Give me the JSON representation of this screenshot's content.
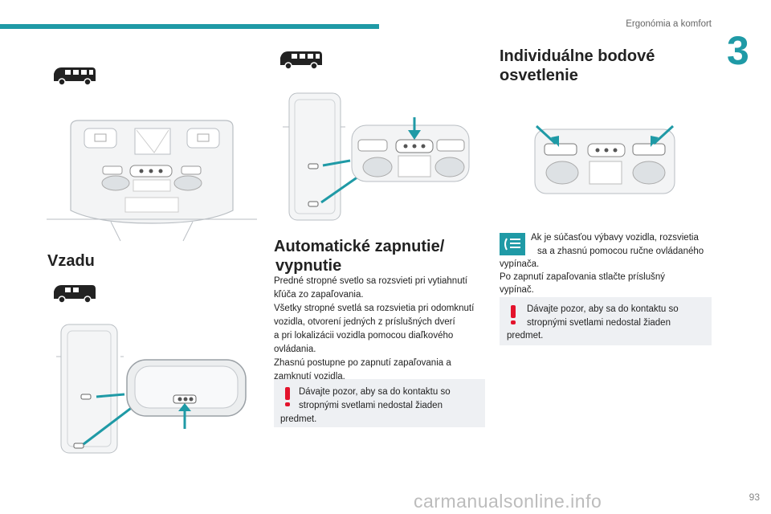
{
  "header": {
    "section_title": "Ergonómia a komfort",
    "chapter_number": "3"
  },
  "left": {
    "heading": "Vzadu"
  },
  "middle": {
    "heading_line1": "Automatické zapnutie/",
    "heading_line2": "vypnutie",
    "paragraphs": [
      "Predné stropné svetlo sa rozsvieti pri vytiahnutí",
      "kľúča zo zapaľovania.",
      "Všetky stropné svetlá sa rozsvietia pri odomknutí",
      "vozidla, otvorení jedných z príslušných dverí",
      "a pri lokalizácii vozidla pomocou diaľkového",
      "ovládania.",
      "Zhasnú postupne po zapnutí zapaľovania a",
      "zamknutí vozidla."
    ],
    "warning_lines": [
      "Dávajte pozor, aby sa do kontaktu so",
      "stropnými svetlami nedostal žiaden",
      "predmet."
    ]
  },
  "right": {
    "heading_line1": "Individuálne bodové",
    "heading_line2": "osvetlenie",
    "info_lines": [
      "Ak je súčasťou výbavy vozidla, rozsvietia",
      "sa a zhasnú pomocou ručne ovládaného",
      "vypínača.",
      "Po zapnutí zapaľovania stlačte príslušný",
      "vypínač."
    ],
    "warning_lines": [
      "Dávajte pozor, aby sa do kontaktu so",
      "stropnými svetlami nedostal žiaden",
      "predmet."
    ]
  },
  "footer": {
    "page_number": "93",
    "watermark": "carmanualsonline.info"
  },
  "icons": [
    "van-long-icon",
    "van-short-icon",
    "warning-exclamation-icon",
    "info-light-icon",
    "arrow-icon"
  ],
  "colors": {
    "accent": "#1f9aa6",
    "warning": "#e3132c",
    "warning_bg": "#eef0f3"
  }
}
